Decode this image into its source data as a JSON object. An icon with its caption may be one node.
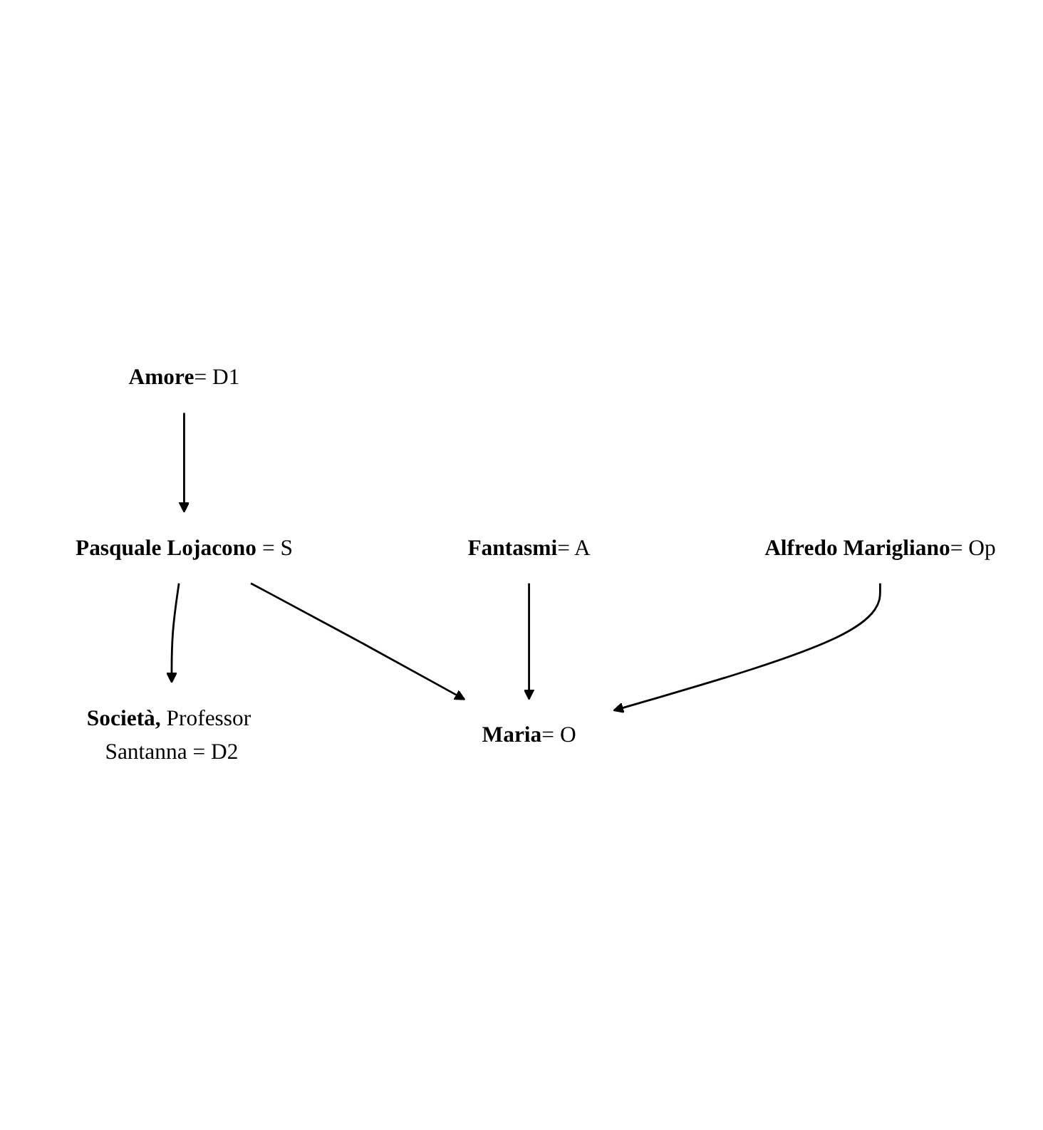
{
  "diagram": {
    "nodes": [
      {
        "text": [
          "**Amore**= D1"
        ]
      },
      {
        "text": [
          "**Società,** Professor Santanna = D2"
        ]
      },
      {
        "text": [
          "**Pasquale Lojacono** = S"
        ]
      },
      {
        "text": [
          "**Maria**= O"
        ]
      },
      {
        "text": [
          "**Fantasmi**= A"
        ]
      },
      {
        "text": [
          "**Alfredo Marigliano**= Op"
        ]
      }
    ],
    "edges": [
      {
        "from": 0,
        "to": 2,
        "arrow": "to"
      },
      {
        "from": 2,
        "to": 1,
        "arrow": "to"
      },
      {
        "from": 2,
        "to": 3,
        "arrow": "to"
      },
      {
        "from": 4,
        "to": 3,
        "arrow": "to"
      },
      {
        "from": 5,
        "to": 3,
        "arrow": "to"
      }
    ]
  }
}
